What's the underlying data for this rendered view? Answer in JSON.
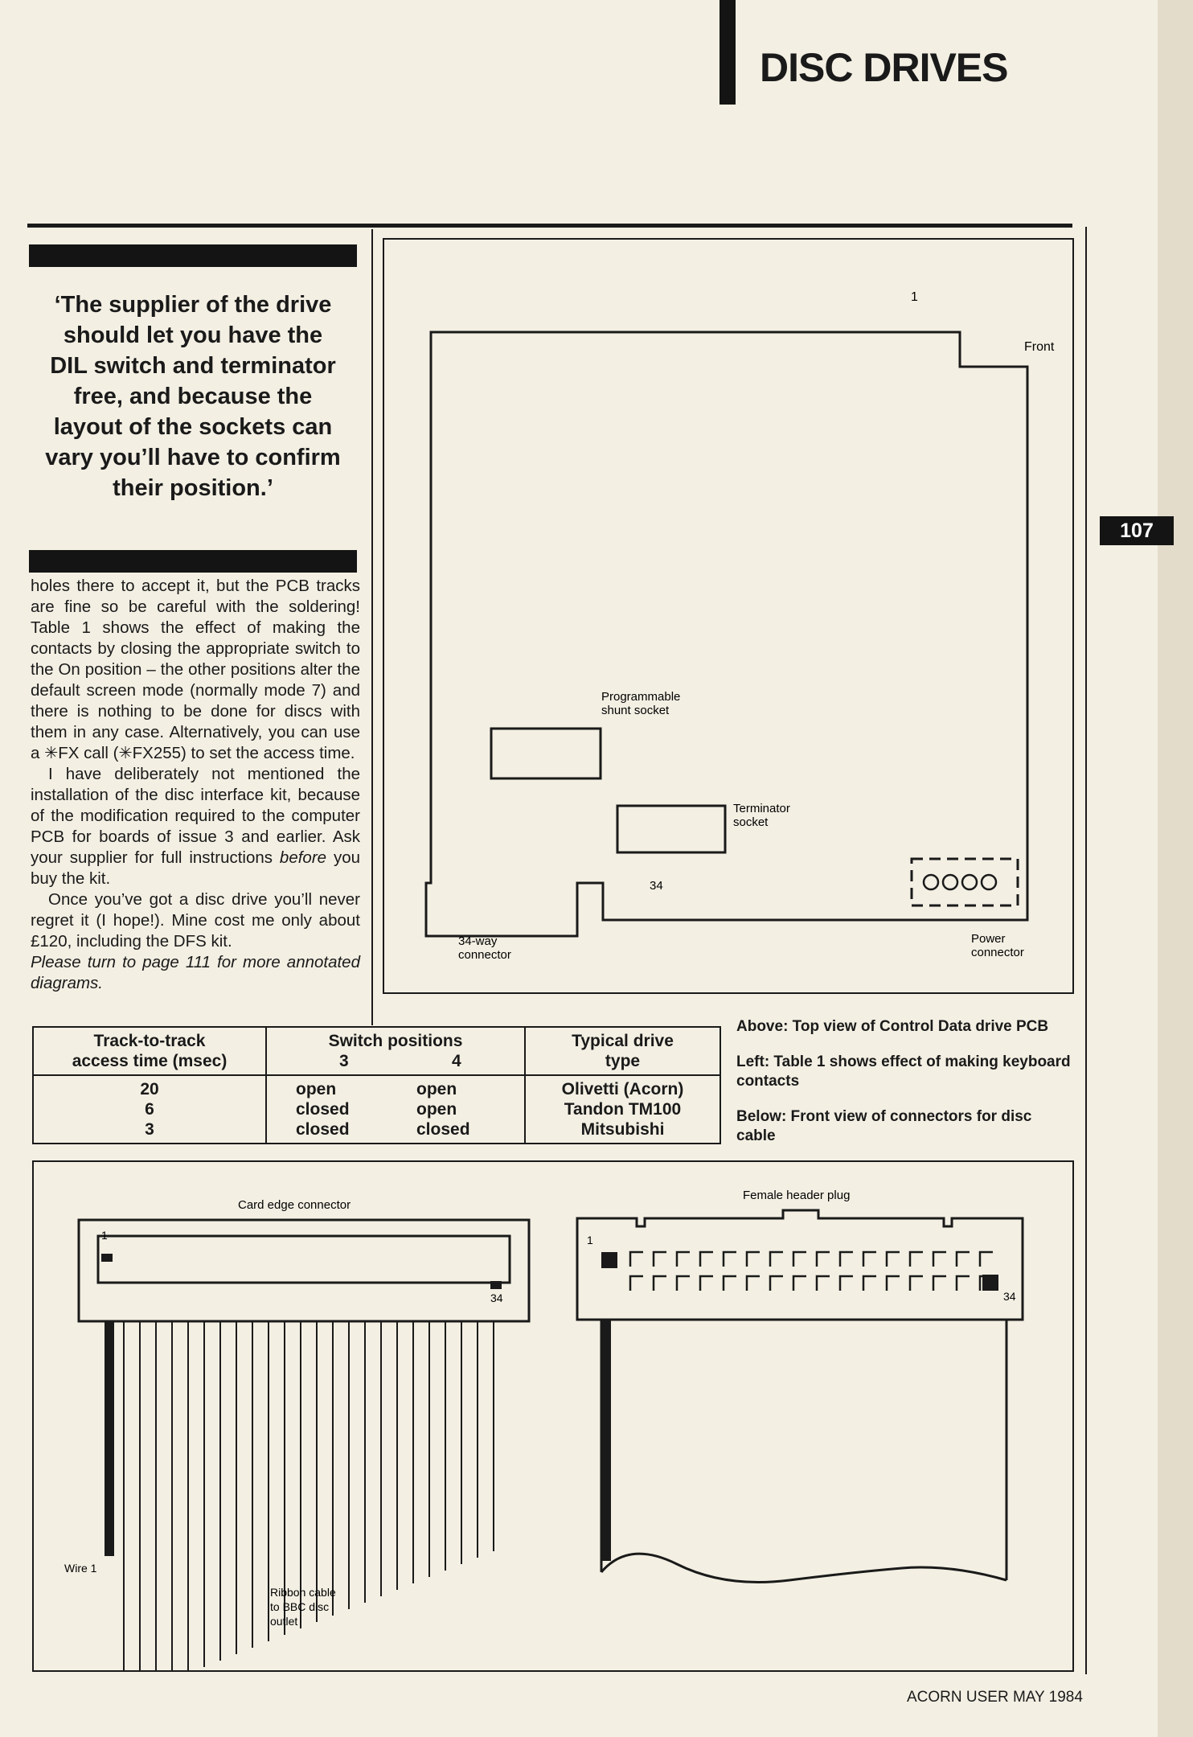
{
  "header": {
    "section_title": "DISC DRIVES",
    "page_number": "107"
  },
  "pull_quote": "‘The supplier of the drive should let you have the DIL switch and terminator free, and because the layout of the sockets can vary you’ll have to confirm their position.’",
  "body": {
    "p1": "holes there to accept it, but the PCB tracks are fine so be careful with the soldering! Table 1 shows the effect of making the contacts by closing the appropriate switch to the On position – the other positions alter the default screen mode (normally mode 7) and there is nothing to be done for discs with them in any case. Alternatively, you can use a ✳FX call (✳FX255) to set the access time.",
    "p2": "I have deliberately not mentioned the installation of the disc interface kit, because of the modification required to the computer PCB for boards of issue 3 and earlier. Ask your supplier for full instructions",
    "p2_em": "before",
    "p2_end": " you buy the kit.",
    "p3": "Once you’ve got a disc drive you’ll never regret it (I hope!). Mine cost me only about £120, including the DFS kit.",
    "p4": "Please turn to page 111 for more annotated diagrams."
  },
  "pcb_diagram": {
    "pin1_label": "1",
    "front_label": "Front",
    "shunt_label_1": "Programmable",
    "shunt_label_2": "shunt socket",
    "term_label_1": "Terminator",
    "term_label_2": "socket",
    "pin34_label": "34",
    "conn34_label_1": "34-way",
    "conn34_label_2": "connector",
    "power_label_1": "Power",
    "power_label_2": "connector"
  },
  "table1": {
    "headers": {
      "col1_line1": "Track-to-track",
      "col1_line2": "access time (msec)",
      "col2_line1": "Switch positions",
      "col2_sub_a": "3",
      "col2_sub_b": "4",
      "col3_line1": "Typical drive",
      "col3_line2": "type"
    },
    "rows": [
      {
        "access": "20",
        "sw3": "open",
        "sw4": "open",
        "drive": "Olivetti (Acorn)"
      },
      {
        "access": "6",
        "sw3": "closed",
        "sw4": "open",
        "drive": "Tandon TM100"
      },
      {
        "access": "3",
        "sw3": "closed",
        "sw4": "closed",
        "drive": "Mitsubishi"
      }
    ]
  },
  "captions": {
    "above": "Above: Top view of Control Data drive PCB",
    "left": "Left: Table 1 shows effect of making keyboard contacts",
    "below": "Below: Front view of connectors for disc cable"
  },
  "connector_diagram": {
    "card_edge_label": "Card edge connector",
    "pin1_left": "1",
    "pin34_left": "34",
    "wire1_label": "Wire 1",
    "ribbon_label_1": "Ribbon cable",
    "ribbon_label_2": "to BBC disc",
    "ribbon_label_3": "outlet",
    "female_label": "Female header plug",
    "pin1_right": "1",
    "pin34_right": "34"
  },
  "footer": "ACORN USER MAY 1984"
}
